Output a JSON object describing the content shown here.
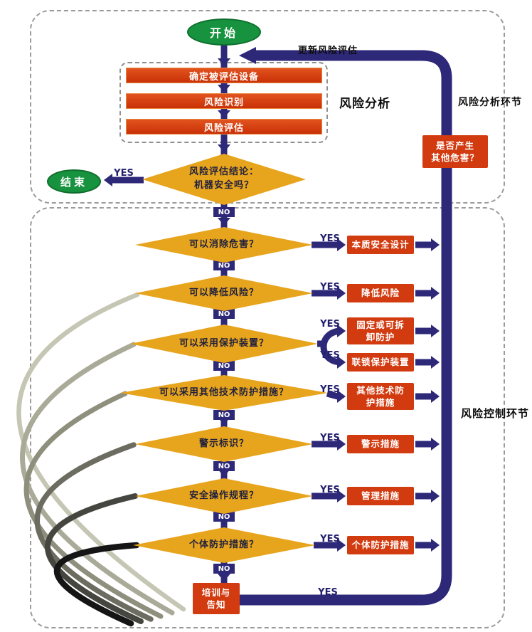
{
  "colors": {
    "arrow_navy": "#2e2878",
    "diamond_orange": "#e7a41d",
    "box_red": "#d23b10",
    "terminal_green": "#17923e"
  },
  "labels": {
    "start": "开始",
    "end": "结束",
    "yes": "YES",
    "no": "NO",
    "update_assessment": "更新风险评估",
    "analysis_title": "风险分析",
    "analysis_side": "风险分析环节",
    "control_side": "风险控制环节"
  },
  "analysis_steps": [
    "确定被评估设备",
    "风险识别",
    "风险评估"
  ],
  "safety_decision": {
    "line1": "风险评估结论：",
    "line2": "机器安全吗？"
  },
  "other_hazard": {
    "line1": "是否产生",
    "line2": "其他危害？"
  },
  "training": {
    "line1": "培训与",
    "line2": "告知"
  },
  "control_rows": [
    {
      "question": "可以消除危害？",
      "action": "本质安全设计"
    },
    {
      "question": "可以降低风险？",
      "action": "降低风险"
    },
    {
      "question": "可以采用保护装置？",
      "action1_line1": "固定或可拆",
      "action1_line2": "卸防护",
      "action2": "联锁保护装置"
    },
    {
      "question": "可以采用其他技术防护措施？",
      "action_line1": "其他技术防",
      "action_line2": "护措施"
    },
    {
      "question": "警示标识？",
      "action": "警示措施"
    },
    {
      "question": "安全操作规程？",
      "action": "管理措施"
    },
    {
      "question": "个体防护措施？",
      "action": "个体防护措施"
    }
  ]
}
